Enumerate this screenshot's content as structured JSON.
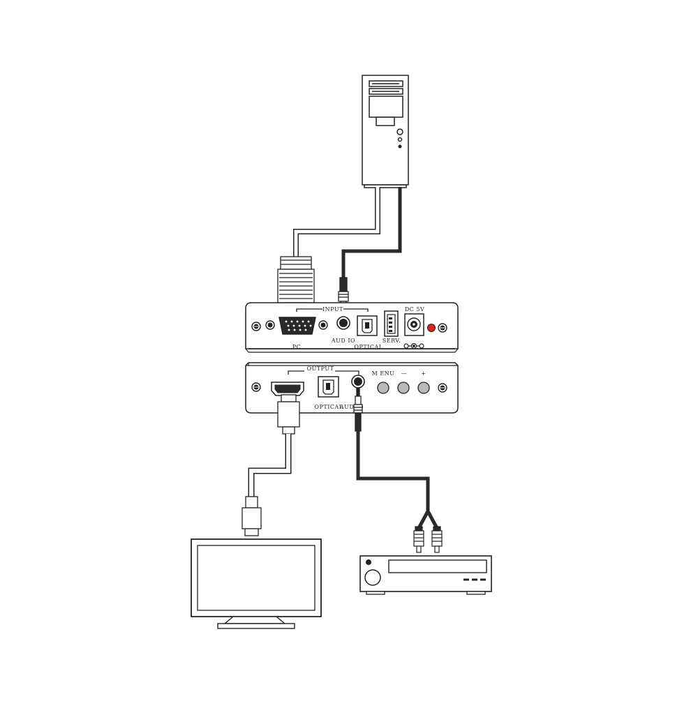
{
  "input_panel": {
    "group_label": "INPUT",
    "pc_label": "PC",
    "audio_label": "AUD IO",
    "optical_label": "OPTICAL",
    "serv_label": "SERV.",
    "dc_label": "DC 5V"
  },
  "output_panel": {
    "group_label": "OUTPUT",
    "optical_label": "OPTICAL",
    "audio_label": "AUD IO",
    "menu_label": "M ENU",
    "minus_label": "—",
    "plus_label": "+"
  },
  "colors": {
    "stroke": "#222222",
    "button": "#b9b9b9",
    "power_led": "#e02020",
    "cable_light": "#ffffff",
    "cable_dark": "#2a2a2a"
  }
}
